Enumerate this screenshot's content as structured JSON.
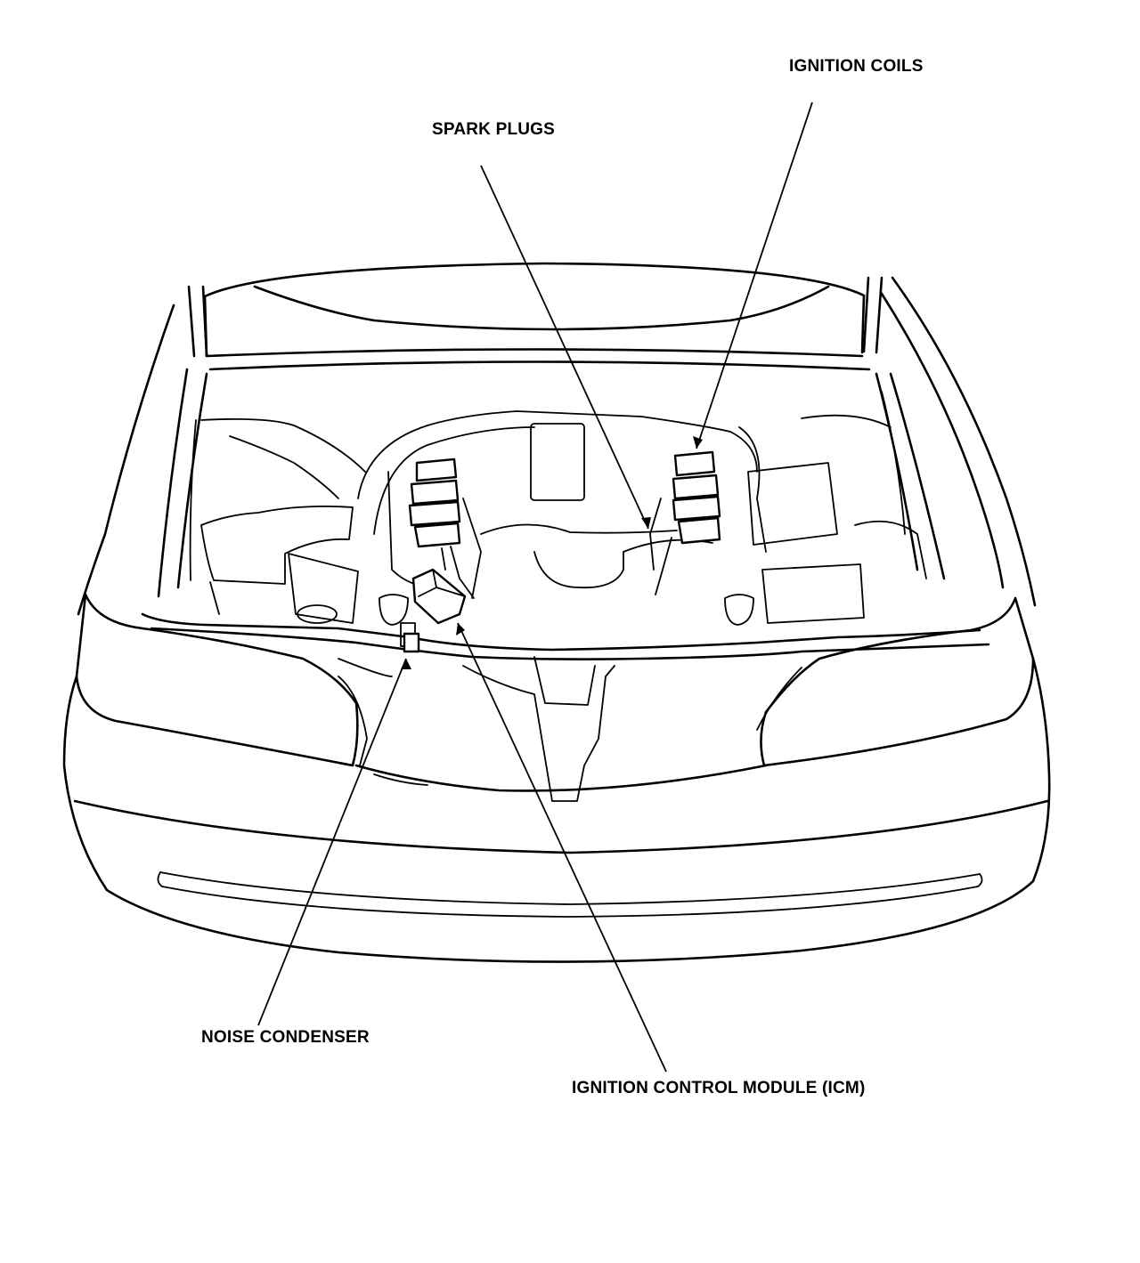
{
  "diagram": {
    "labels": {
      "ignition_coils": "IGNITION COILS",
      "spark_plugs": "SPARK PLUGS",
      "noise_condenser": "NOISE CONDENSER",
      "icm": "IGNITION CONTROL MODULE (ICM)"
    },
    "colors": {
      "ink": "#000000",
      "paper": "#ffffff"
    }
  }
}
